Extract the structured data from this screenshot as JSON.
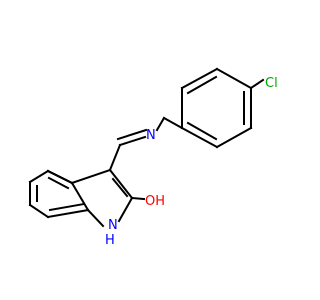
{
  "molecule": {
    "atoms": {
      "cl": {
        "label": "Cl",
        "color": "#00aa00"
      },
      "n_imine": {
        "label": "N",
        "color": "#0000ff"
      },
      "oh": {
        "label": "OH",
        "color": "#ff0000"
      },
      "nh_n": {
        "label": "N",
        "color": "#0000ff"
      },
      "nh_h": {
        "label": "H",
        "color": "#0000ff"
      }
    },
    "bond_color": "#000000"
  }
}
